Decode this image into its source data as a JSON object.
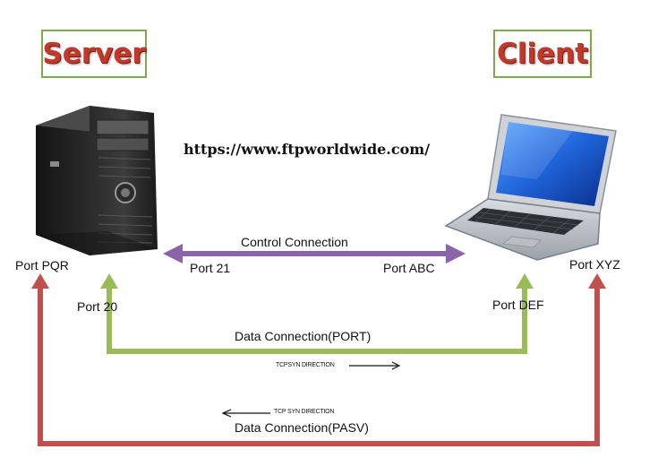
{
  "server": {
    "title": "Server",
    "port_main": "Port PQR",
    "port_data": "Port  20",
    "port_control": "Port 21"
  },
  "client": {
    "title": "Client",
    "port_main": "Port XYZ",
    "port_data": "Port  DEF",
    "port_control": "Port ABC"
  },
  "url": "https://www.ftpworldwide.com/",
  "control_connection": {
    "label": "Control Connection",
    "color": "#8a64a8"
  },
  "data_port": {
    "label": "Data Connection(PORT)",
    "syn_label": "TCPSYN DIRECTION",
    "color": "#9bbb59"
  },
  "data_pasv": {
    "label": "Data Connection(PASV)",
    "syn_label": "TCP  SYN DIRECTION",
    "color": "#c0504d"
  },
  "colors": {
    "title_text": "#c0392b",
    "title_border": "#7fa84a"
  }
}
